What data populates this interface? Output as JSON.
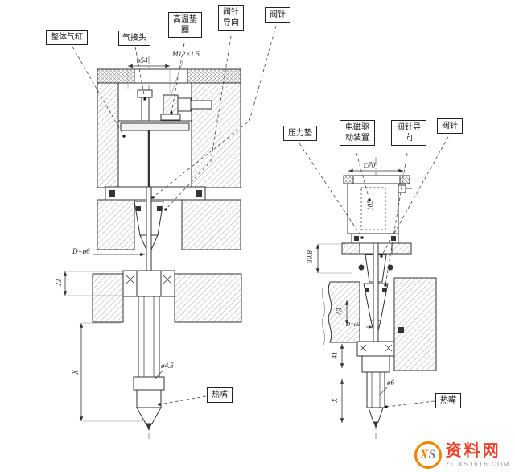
{
  "watermark": {
    "logo_x": "X",
    "logo_s": "S",
    "site_name": "资料网",
    "site_url": "ZL.XS1616.COM"
  },
  "left_view": {
    "labels": {
      "cylinder": "整体气缸",
      "air_fitting": "气接头",
      "ht_washer": "高温垫圈",
      "pin_guide": "阀针导向",
      "valve_pin": "阀针",
      "hot_nozzle": "热嘴"
    },
    "dims": {
      "dia54": "ø54",
      "thread": "M12×1.5",
      "pin_dia": "D=ø6",
      "h22": "22",
      "len_x": "X",
      "tip_dia": "ø4.5"
    }
  },
  "right_view": {
    "labels": {
      "pressure_pad": "压力垫",
      "magnetic_drive": "电磁驱动装置",
      "pin_guide": "阀针导向",
      "valve_pin": "阀针",
      "hot_nozzle": "热嘴"
    },
    "dims": {
      "sq70": "□70",
      "h105": "105",
      "h398": "39.8",
      "h43": "43",
      "pin_dia": "D=ø6",
      "h41": "41",
      "len_x": "X",
      "tip_dia": "ø6"
    }
  }
}
